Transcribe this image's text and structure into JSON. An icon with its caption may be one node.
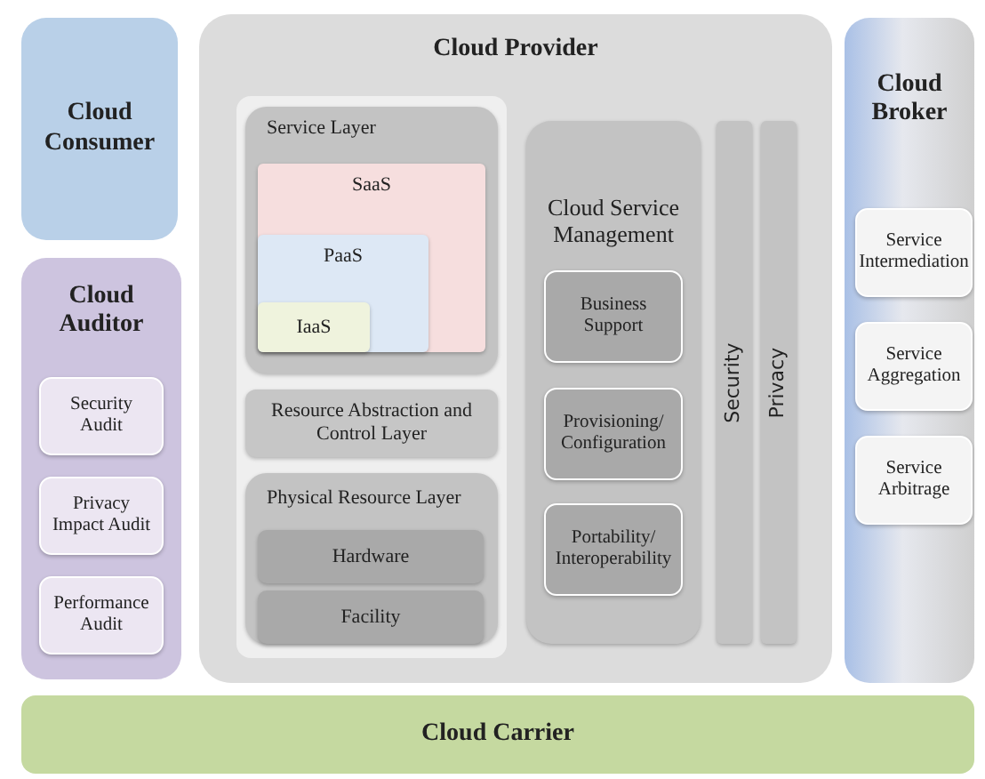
{
  "diagram": {
    "nodes": [
      {
        "text": [
          "Cloud Consumer"
        ]
      },
      {
        "text": [
          "Cloud Auditor"
        ]
      },
      {
        "text": [
          "Security Audit"
        ],
        "in": 1
      },
      {
        "text": [
          "Privacy Impact Audit"
        ],
        "in": 1
      },
      {
        "text": [
          "Performance Audit"
        ],
        "in": 1
      },
      {
        "text": [
          "Cloud Provider"
        ]
      },
      {
        "text": [
          "Service Layer"
        ],
        "in": 5
      },
      {
        "text": [
          "SaaS"
        ],
        "in": 6
      },
      {
        "text": [
          "PaaS"
        ],
        "in": 7
      },
      {
        "text": [
          "IaaS"
        ],
        "in": 8
      },
      {
        "text": [
          "Resource Abstraction and Control Layer"
        ],
        "in": 5
      },
      {
        "text": [
          "Physical Resource Layer"
        ],
        "in": 5
      },
      {
        "text": [
          "Hardware"
        ],
        "in": 11
      },
      {
        "text": [
          "Facility"
        ],
        "in": 11
      },
      {
        "text": [
          "Cloud Service Management"
        ],
        "in": 5
      },
      {
        "text": [
          "Business Support"
        ],
        "in": 14
      },
      {
        "text": [
          "Provisioning/ Configuration"
        ],
        "in": 14
      },
      {
        "text": [
          "Portability/ Interoperability"
        ],
        "in": 14
      },
      {
        "text": [
          "Security"
        ],
        "in": 5
      },
      {
        "text": [
          "Privacy"
        ],
        "in": 5
      },
      {
        "text": [
          "Cloud Broker"
        ]
      },
      {
        "text": [
          "Service Intermediation"
        ],
        "in": 20
      },
      {
        "text": [
          "Service Aggregation"
        ],
        "in": 20
      },
      {
        "text": [
          "Service Arbitrage"
        ],
        "in": 20
      },
      {
        "text": [
          "Cloud Carrier"
        ]
      }
    ]
  }
}
